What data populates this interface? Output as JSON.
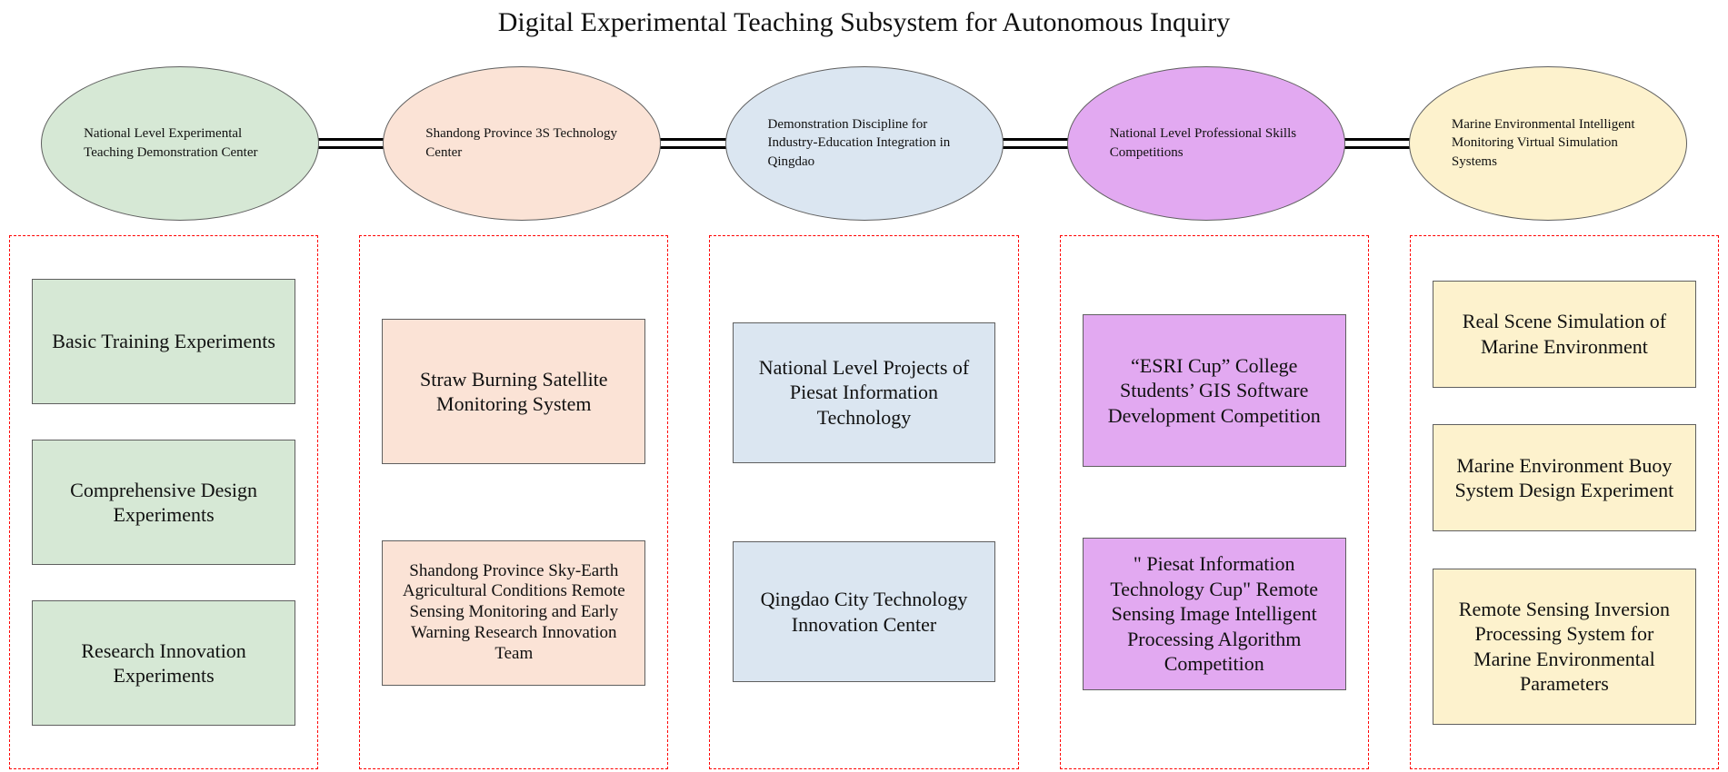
{
  "title": "Digital Experimental Teaching Subsystem for Autonomous Inquiry",
  "colors": {
    "container_dash": "#ff0000",
    "connector": "#000000",
    "green": "#d6e8d5",
    "peach": "#fbe3d6",
    "blue": "#dbe6f1",
    "purple": "#e2a9f1",
    "yellow": "#fdf2cd"
  },
  "columns": [
    {
      "ellipse_label": "National Level Experimental Teaching Demonstration Center",
      "fill": "#d6e8d5",
      "boxes": [
        "Basic Training Experiments",
        "Comprehensive Design Experiments",
        "Research Innovation Experiments"
      ]
    },
    {
      "ellipse_label": "Shandong Province 3S Technology Center",
      "fill": "#fbe3d6",
      "boxes": [
        "Straw Burning Satellite Monitoring System",
        "Shandong Province Sky-Earth Agricultural Conditions Remote Sensing Monitoring and Early Warning Research Innovation Team"
      ]
    },
    {
      "ellipse_label": "Demonstration Discipline for Industry-Education Integration in Qingdao",
      "fill": "#dbe6f1",
      "boxes": [
        "National Level Projects of Piesat Information Technology",
        "Qingdao City Technology Innovation Center"
      ]
    },
    {
      "ellipse_label": "National Level Professional Skills Competitions",
      "fill": "#e2a9f1",
      "boxes": [
        "“ESRI Cup” College Students’ GIS Software Development Competition",
        "\" Piesat Information Technology Cup\" Remote Sensing Image Intelligent Processing Algorithm Competition"
      ]
    },
    {
      "ellipse_label": "Marine Environmental Intelligent Monitoring Virtual Simulation Systems",
      "fill": "#fdf2cd",
      "boxes": [
        "Real Scene Simulation of Marine Environment",
        "Marine Environment Buoy System Design Experiment",
        "Remote Sensing Inversion Processing System for Marine Environmental Parameters"
      ]
    }
  ]
}
